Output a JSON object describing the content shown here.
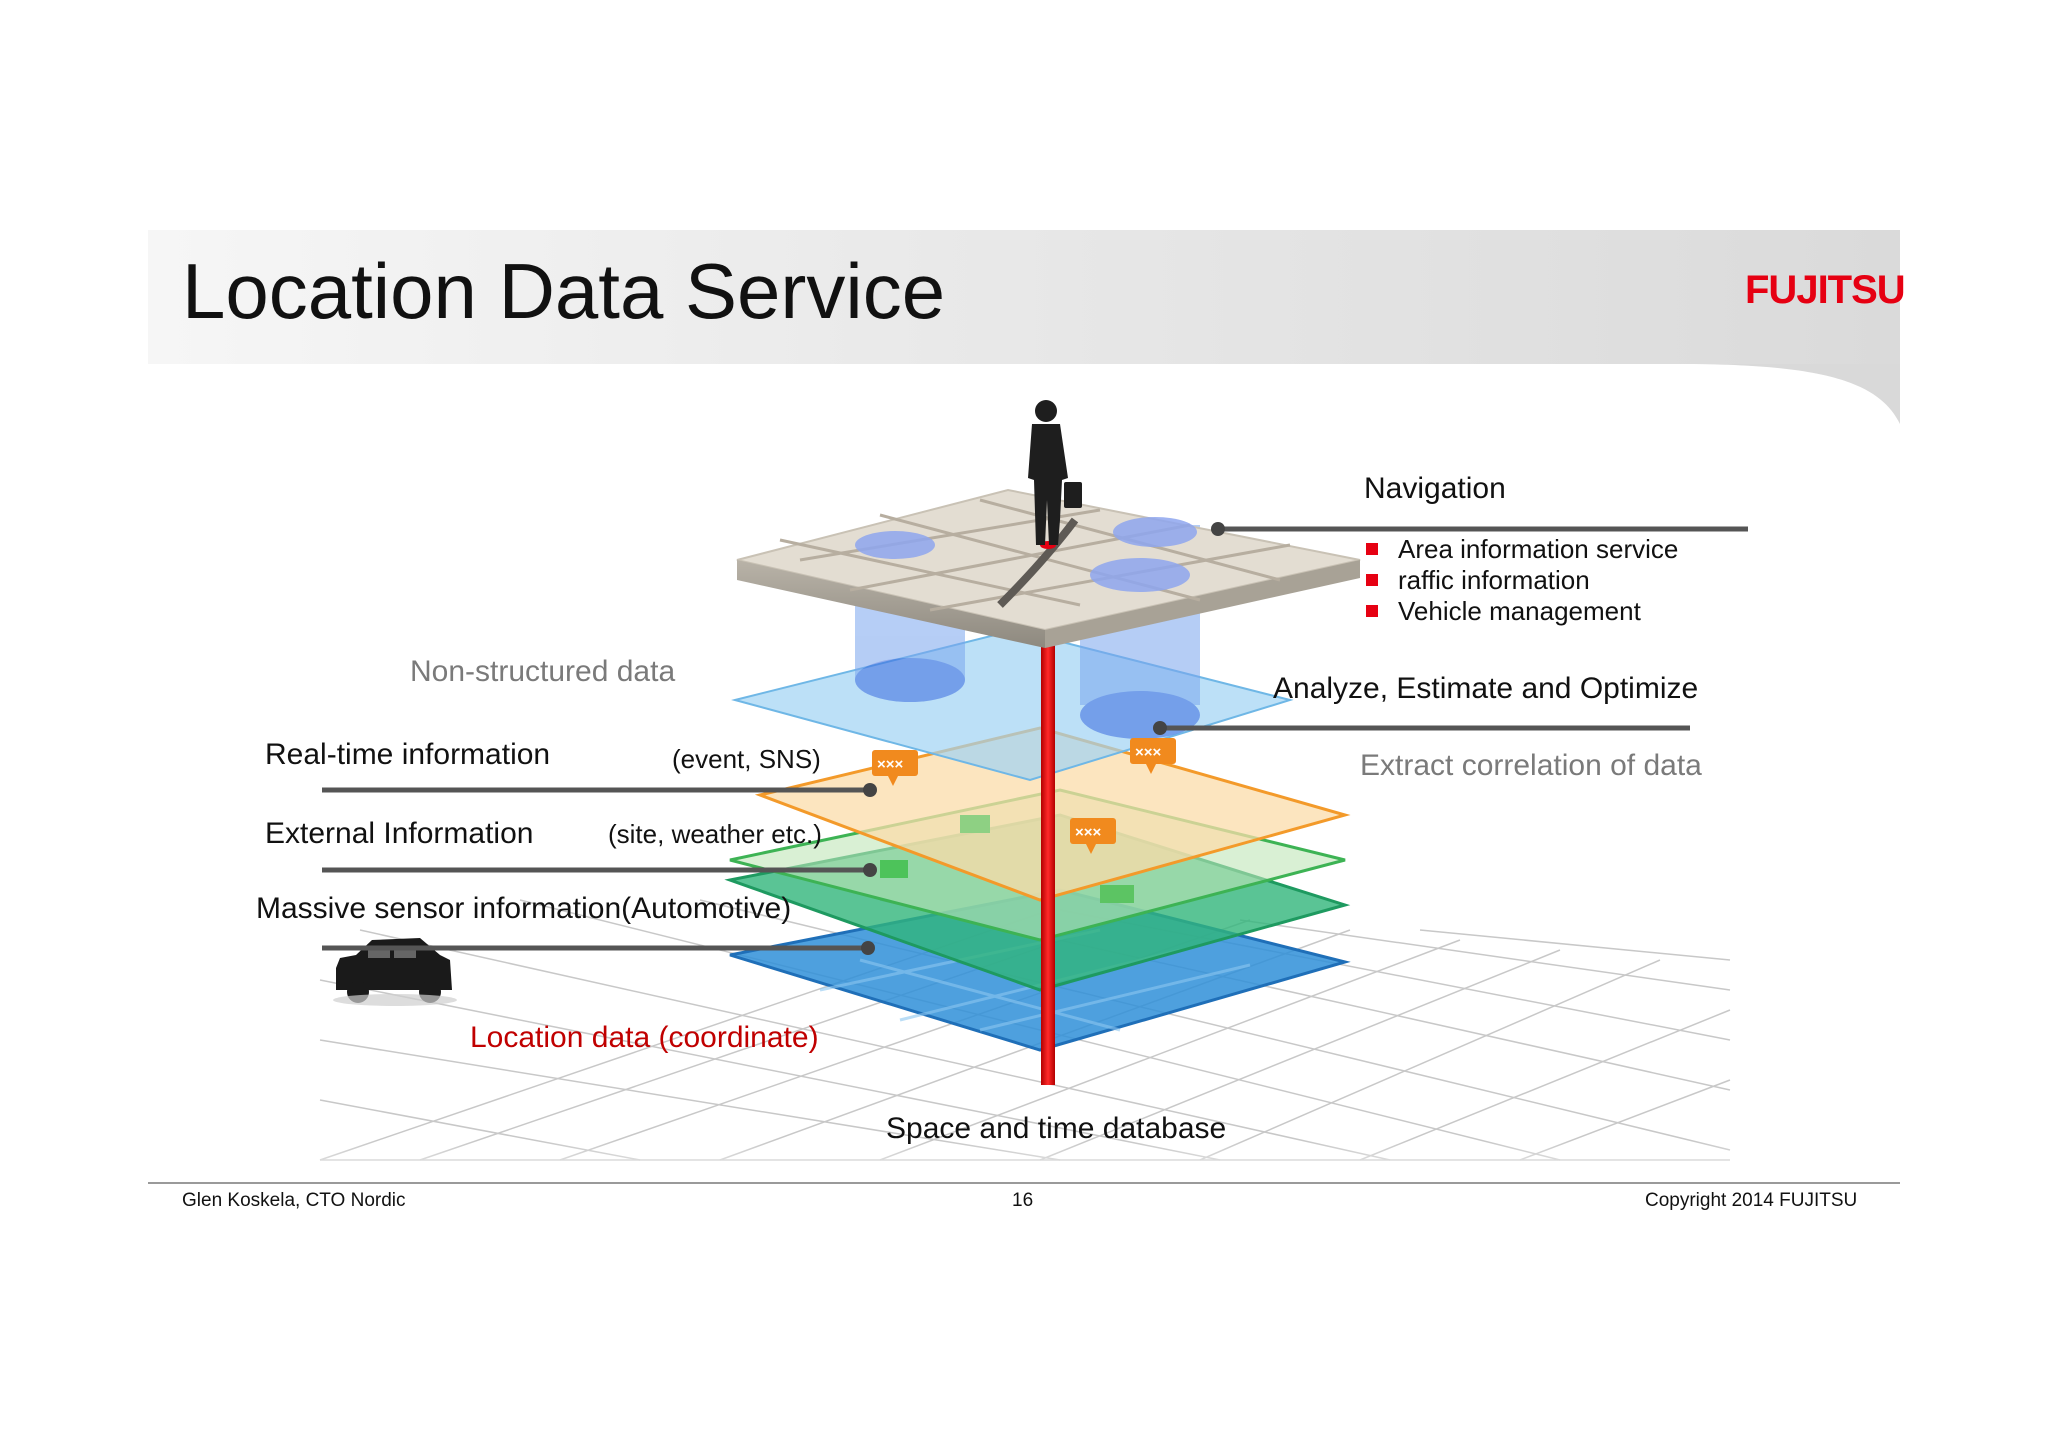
{
  "slide": {
    "title": "Location Data Service",
    "logo_text": "FUJITSU",
    "brand_color": "#e60012"
  },
  "right_labels": {
    "navigation": "Navigation",
    "nav_items": [
      "Area information service",
      "raffic information",
      "Vehicle management"
    ],
    "analyze": "Analyze, Estimate and Optimize",
    "extract": "Extract correlation of data"
  },
  "left_labels": {
    "non_structured": "Non-structured data",
    "realtime": "Real-time information",
    "realtime_note": "(event, SNS)",
    "external": "External Information",
    "external_note": "(site,  weather etc.)",
    "massive": "Massive sensor information(Automotive)",
    "location": "Location data (coordinate)"
  },
  "bottom_label": "Space and time database",
  "marker_text": "×××",
  "footer": {
    "author": "Glen Koskela, CTO Nordic",
    "page": "16",
    "copyright": "Copyright 2014 FUJITSU"
  }
}
